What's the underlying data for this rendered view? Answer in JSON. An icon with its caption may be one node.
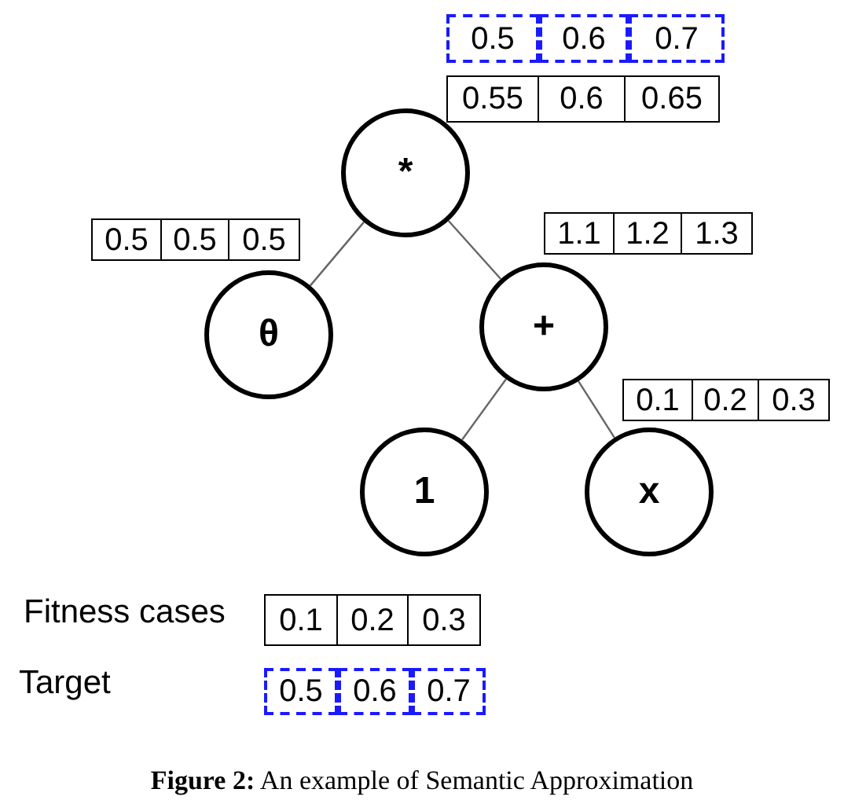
{
  "diagram": {
    "caption": "**Figure 2:** An example of Semantic Approximation",
    "nodes": [
      {
        "text": [
          "*"
        ]
      },
      {
        "text": [
          "θ"
        ]
      },
      {
        "text": [
          "+"
        ]
      },
      {
        "text": [
          "1"
        ]
      },
      {
        "text": [
          "x"
        ]
      }
    ],
    "edges": [
      {
        "from": 0,
        "to": 1,
        "arrow": "none"
      },
      {
        "from": 0,
        "to": 2,
        "arrow": "none"
      },
      {
        "from": 2,
        "to": 3,
        "arrow": "none"
      },
      {
        "from": 2,
        "to": 4,
        "arrow": "none"
      }
    ],
    "labels": [
      "0.5",
      "0.6",
      "0.7",
      "0.55",
      "0.6",
      "0.65",
      "0.5",
      "0.5",
      "0.5",
      "1.1",
      "1.2",
      "1.3",
      "0.1",
      "0.2",
      "0.3",
      "Fitness cases",
      "0.1",
      "0.2",
      "0.3",
      "Target",
      "0.5",
      "0.6",
      "0.7"
    ]
  }
}
